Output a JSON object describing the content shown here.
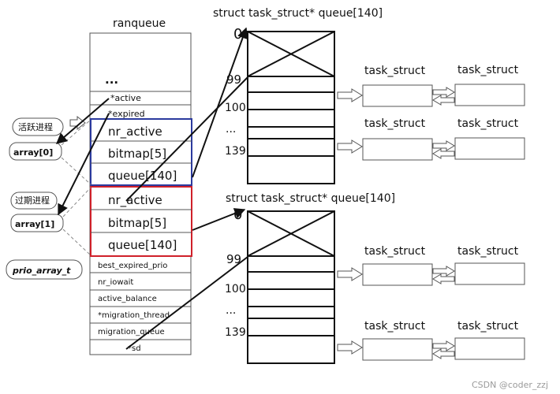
{
  "runqueue": {
    "title": "ranqueue",
    "ellipsis": "...",
    "fields": {
      "active": "*active",
      "expired": "*expired",
      "best_expired_prio": "best_expired_prio",
      "nr_iowait": "nr_iowait",
      "active_balance": "active_balance",
      "migration_thread": "*migration_thread",
      "migration_queue": "migration_queue",
      "sd": "*sd"
    }
  },
  "active_array": {
    "nr_active": "nr_active",
    "bitmap": "bitmap[5]",
    "queue": "queue[140]",
    "border_color": "#2b3a9e"
  },
  "expired_array": {
    "nr_active": "nr_active",
    "bitmap": "bitmap[5]",
    "queue": "queue[140]",
    "border_color": "#d0202a"
  },
  "labels": {
    "active_process": "活跃进程",
    "array0": "array[0]",
    "expired_process": "过期进程",
    "array1": "array[1]",
    "prio_array_t": "prio_array_t"
  },
  "queue_top": {
    "title": "struct task_struct* queue[140]",
    "idx0": "0",
    "idx99": "99",
    "idx100": "100",
    "dots": "...",
    "idx139": "139",
    "row100": {
      "task1": "task_struct",
      "task2": "task_struct"
    },
    "row139": {
      "task1": "task_struct",
      "task2": "task_struct"
    }
  },
  "queue_bottom": {
    "title": "struct task_struct* queue[140]",
    "idx0": "0",
    "idx99": "99",
    "idx100": "100",
    "dots": "...",
    "idx139": "139",
    "row100": {
      "task1": "task_struct",
      "task2": "task_struct"
    },
    "row139": {
      "task1": "task_struct",
      "task2": "task_struct"
    }
  },
  "watermark": "CSDN @coder_zzj"
}
